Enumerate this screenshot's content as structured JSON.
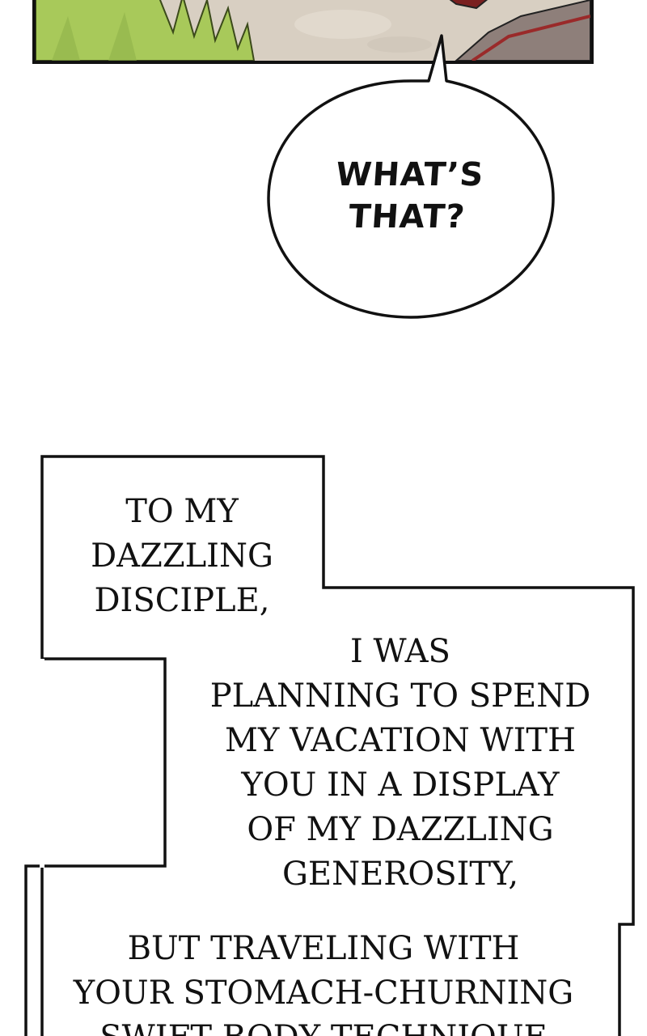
{
  "speech_bubble": {
    "lines": [
      "WHAT’S",
      "THAT?"
    ]
  },
  "narration": {
    "block_1": [
      "TO MY",
      "DAZZLING",
      "DISCIPLE,"
    ],
    "block_2": [
      "I WAS",
      "PLANNING TO SPEND",
      "MY VACATION WITH",
      "YOU IN A DISPLAY",
      "OF MY DAZZLING",
      "GENEROSITY,"
    ],
    "block_3": [
      "BUT TRAVELING WITH",
      "YOUR STOMACH-CHURNING",
      "SWIFT BODY TECHNIQUE"
    ]
  },
  "colors": {
    "ink": "#111111",
    "grass": "#a6c85a",
    "background": "#ffffff",
    "accent_red": "#9a2a2a"
  }
}
